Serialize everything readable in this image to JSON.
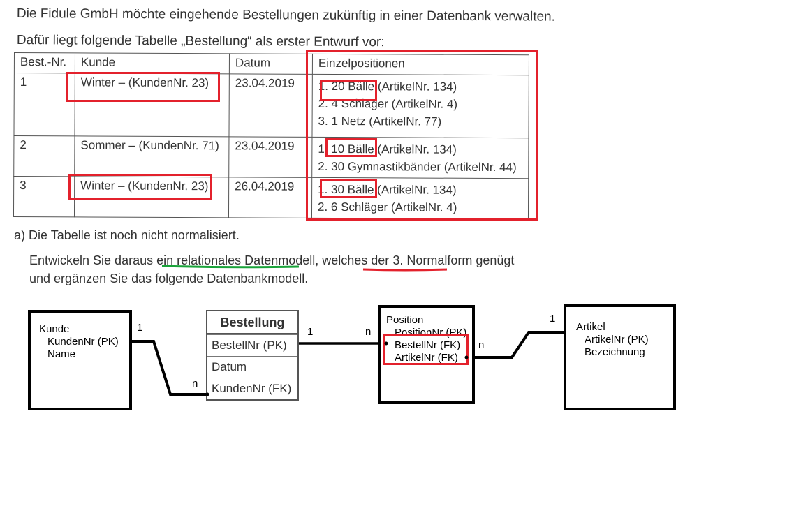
{
  "intro": {
    "line1": "Die Fidule GmbH möchte eingehende Bestellungen zukünftig in einer Datenbank verwalten.",
    "line2": "Dafür liegt folgende Tabelle „Bestellung“ als erster Entwurf vor:"
  },
  "order_table": {
    "headers": [
      "Best.-Nr.",
      "Kunde",
      "Datum",
      "Einzelpositionen"
    ],
    "rows": [
      {
        "id": "1",
        "customer": "Winter – (KundenNr. 23)",
        "date": "23.04.2019",
        "items": [
          "1. 20 Bälle (ArtikelNr. 134)",
          "2. 4 Schläger (ArtikelNr. 4)",
          "3. 1 Netz (ArtikelNr. 77)"
        ]
      },
      {
        "id": "2",
        "customer": "Sommer – (KundenNr. 71)",
        "date": "23.04.2019",
        "items": [
          "1. 10 Bälle (ArtikelNr. 134)",
          "2. 30 Gymnastikbänder (ArtikelNr. 44)"
        ]
      },
      {
        "id": "3",
        "customer": "Winter – (KundenNr. 23)",
        "date": "26.04.2019",
        "items": [
          "1. 30 Bälle (ArtikelNr. 134)",
          "2. 6 Schläger (ArtikelNr. 4)"
        ]
      }
    ]
  },
  "task": {
    "a": "a)  Die Tabelle ist noch nicht normalisiert.",
    "b1_pre": "Entwickeln Sie daraus ein ",
    "b1_term1": "relationales Datenmodell,",
    "b1_mid": " welches der ",
    "b1_term2": "3. Normalform",
    "b1_post": " genügt",
    "b2": "und ergänzen Sie das folgende Datenbankmodell."
  },
  "entities": {
    "kunde": {
      "name": "Kunde",
      "attrs": [
        "KundenNr (PK)",
        "Name"
      ]
    },
    "bestellung": {
      "name": "Bestellung",
      "attrs": [
        "BestellNr (PK)",
        "Datum",
        "KundenNr (FK)"
      ]
    },
    "position": {
      "name": "Position",
      "attrs": [
        "PositionNr (PK)",
        "BestellNr (FK)",
        "ArtikelNr (FK)"
      ]
    },
    "artikel": {
      "name": "Artikel",
      "attrs": [
        "ArtikelNr (PK)",
        "Bezeichnung"
      ]
    }
  },
  "cardinalities": {
    "kunde_side": "1",
    "bestellung_kunde_side": "n",
    "bestellung_position_side": "1",
    "position_bestellung_side": "n",
    "position_artikel_side": "n",
    "artikel_side": "1"
  },
  "colors": {
    "highlight_red": "#e3212c",
    "underline_green": "#1aa33a",
    "ink": "#000000"
  }
}
